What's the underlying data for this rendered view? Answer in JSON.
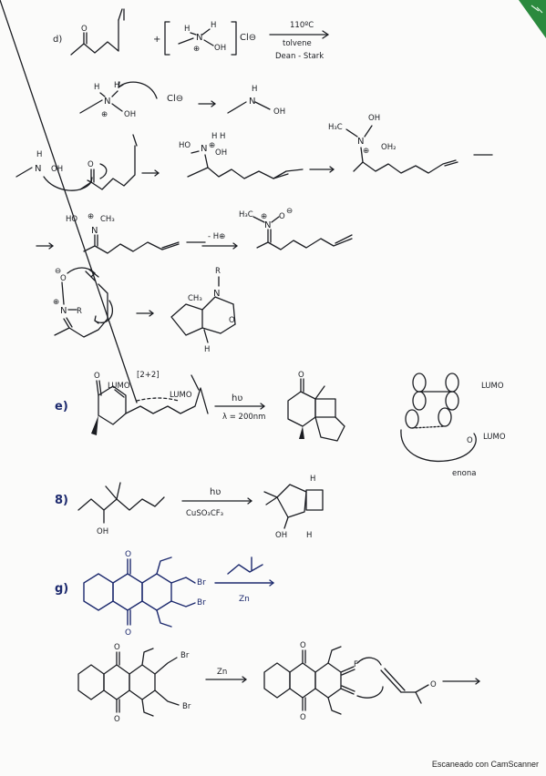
{
  "doc": {
    "watermark": "Escaneado con CamScanner",
    "brand_color": "#2b8a3e",
    "ink_color": "#1b1d22",
    "blue_ink": "#1d2a6e"
  },
  "part_d": {
    "label": "d)",
    "reagent_charge": "Cl⊖",
    "cond_temp": "110ºC",
    "cond_solvent": "tolvene",
    "cond_apparatus": "Dean - Stark",
    "atom_N": "N",
    "atom_O": "O",
    "atom_H": "H",
    "atom_OH": "OH",
    "atom_H2O": "OH₂",
    "atom_HO": "HO",
    "atom_H3C": "H₃C",
    "atom_CH3": "CH₃",
    "atom_R": "R",
    "charge_plus": "⊕",
    "charge_minus": "⊖",
    "chloride": "Cl⊖",
    "minus_h": "- H⊕",
    "ch3_label": "CH₃"
  },
  "part_e": {
    "label": "e)",
    "cycloadd": "[2+2]",
    "lumo1": "LUMO",
    "lumo2": "LUMO",
    "cond_top": "hʋ",
    "cond_bottom": "λ = 200nm",
    "mo_lumo_top": "LUMO",
    "mo_lumo_right": "LUMO",
    "mo_enona": "enona",
    "atom_O": "O"
  },
  "part_f": {
    "label": "8)",
    "cond_top": "hʋ",
    "cond_bottom": "CuSO₃CF₃",
    "atom_OH": "OH",
    "atom_H": "H"
  },
  "part_g": {
    "label": "g)",
    "reagent_zn": "Zn",
    "atom_Br": "Br",
    "atom_O": "O",
    "zn2": "Zn",
    "atom_F": "F"
  }
}
